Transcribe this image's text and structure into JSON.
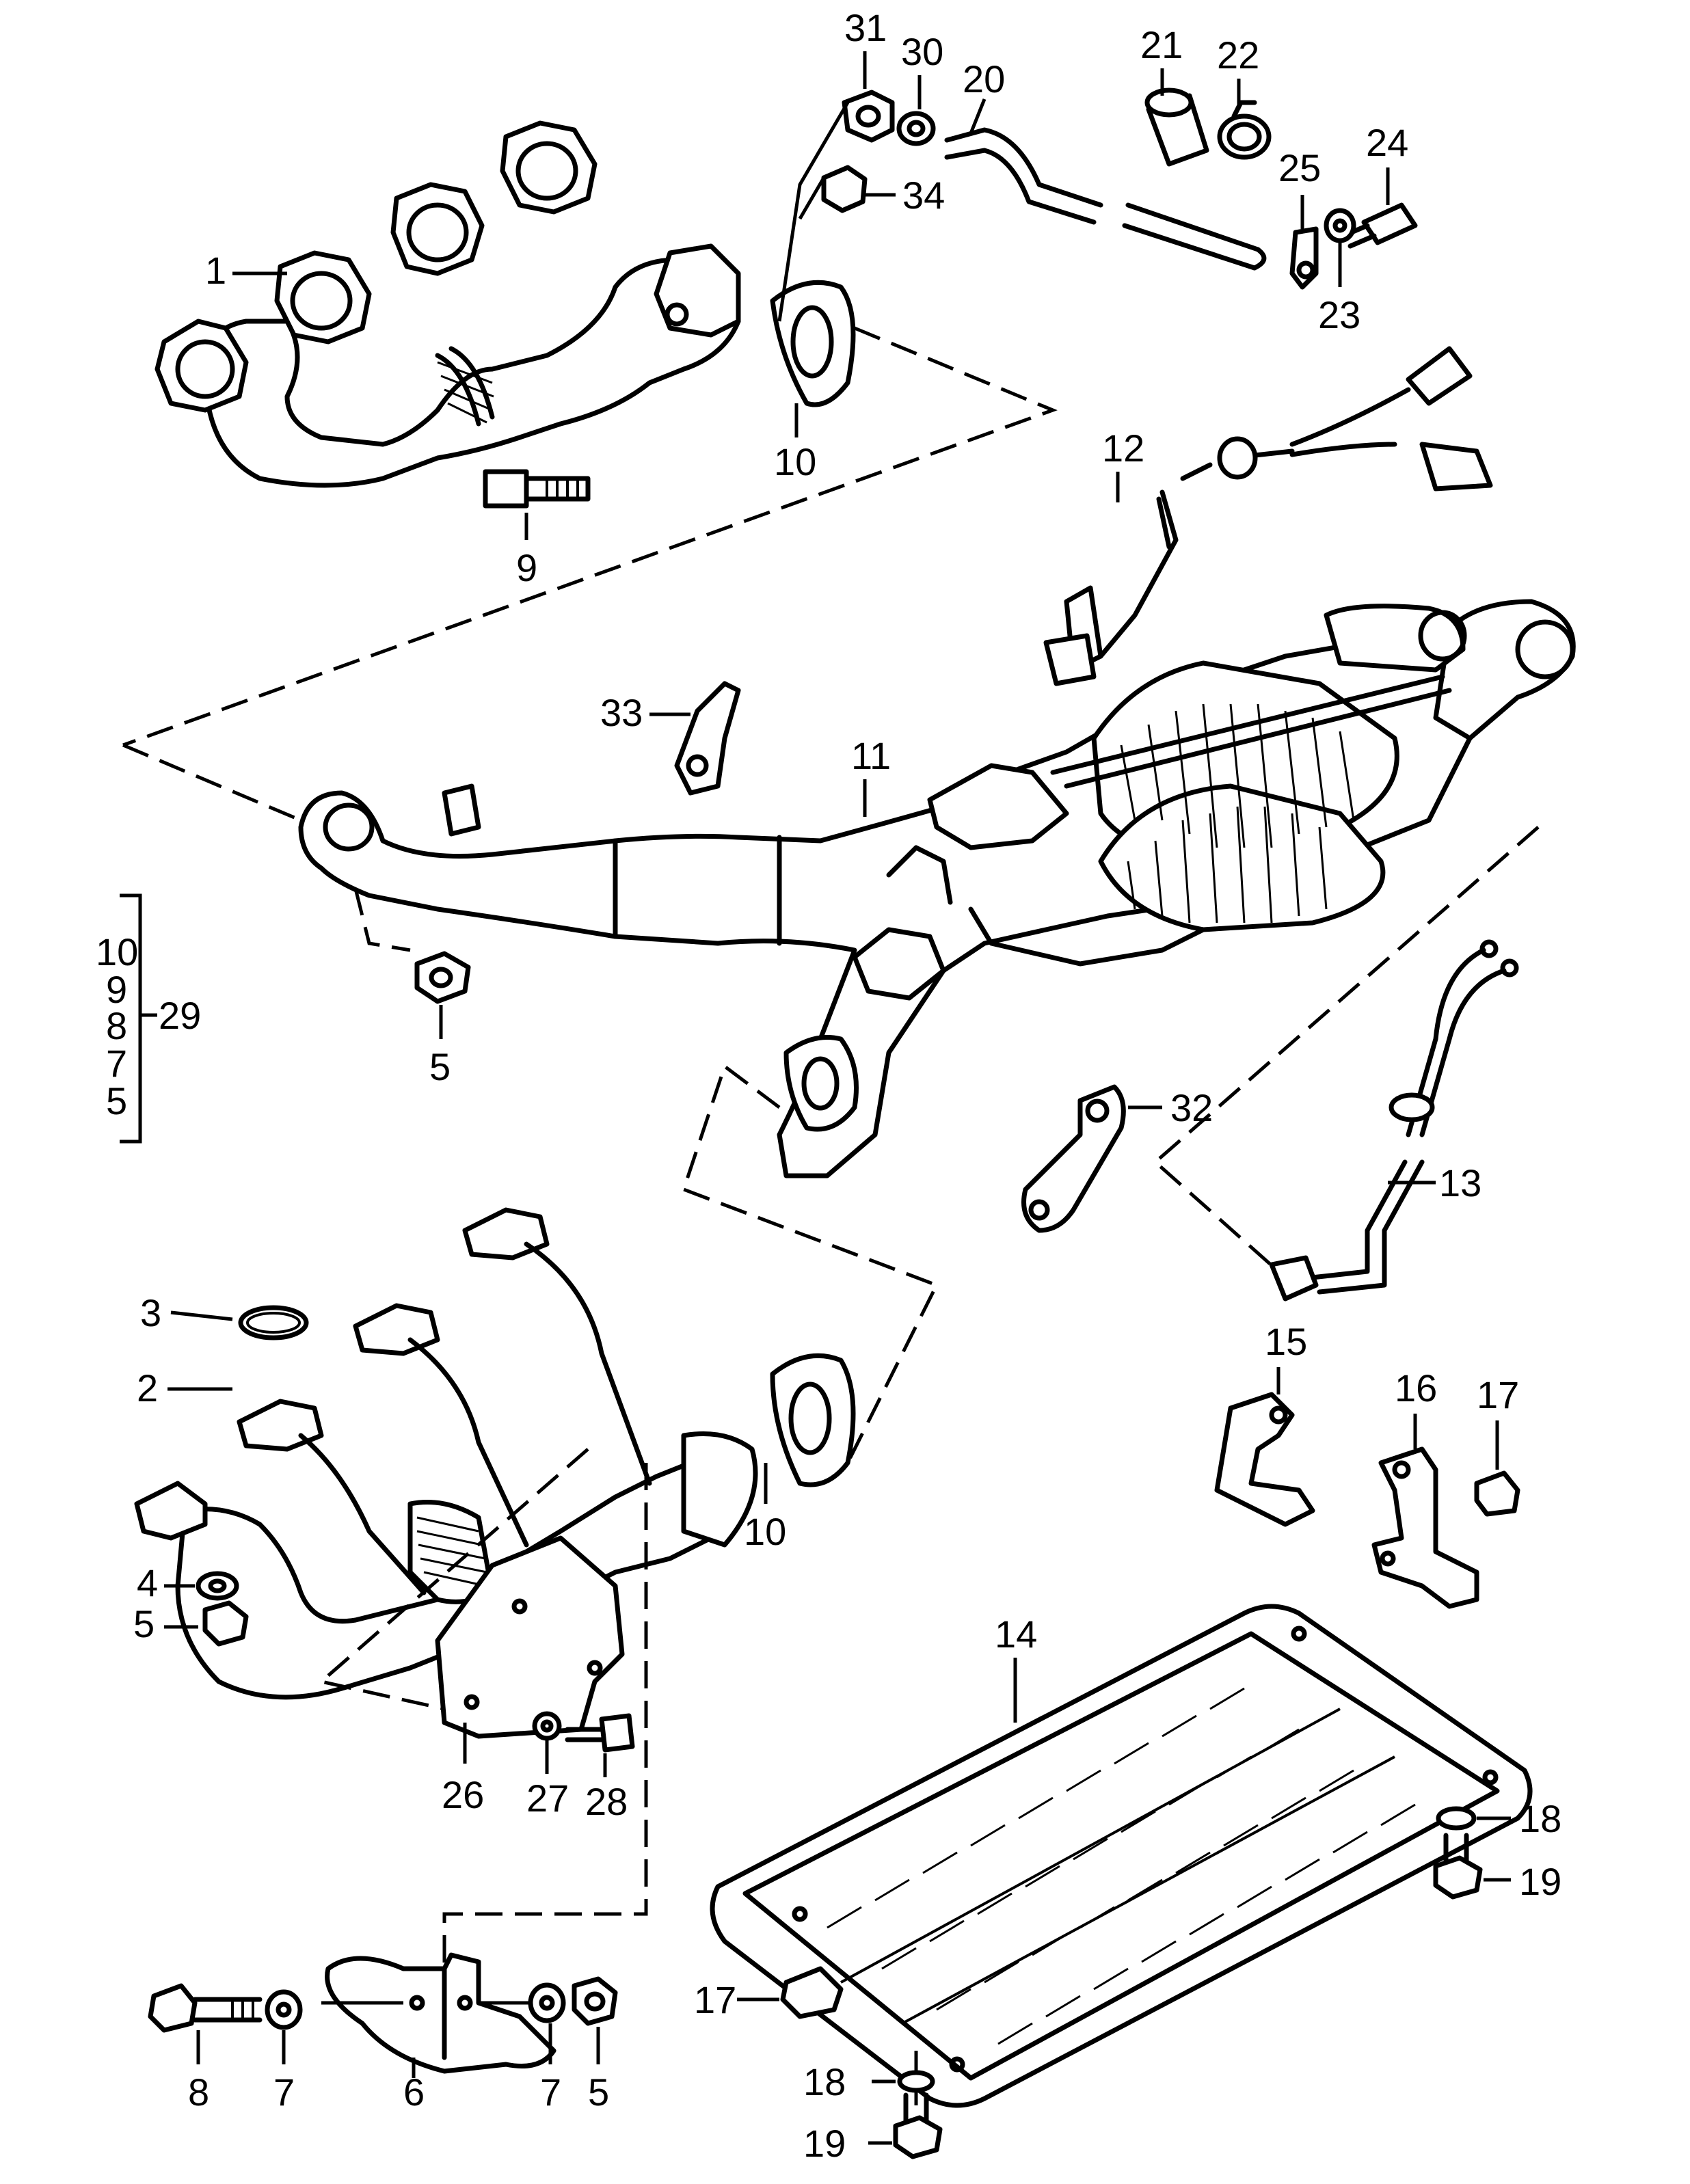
{
  "callouts": {
    "c1": "1",
    "c2": "2",
    "c3": "3",
    "c4": "4",
    "c5a": "5",
    "c5b": "5",
    "c5c": "5",
    "c6": "6",
    "c7a": "7",
    "c7b": "7",
    "c8": "8",
    "c9": "9",
    "c10a": "10",
    "c10b": "10",
    "c11": "11",
    "c12": "12",
    "c13": "13",
    "c14": "14",
    "c15": "15",
    "c16": "16",
    "c17a": "17",
    "c17b": "17",
    "c18a": "18",
    "c18b": "18",
    "c19a": "19",
    "c19b": "19",
    "c20": "20",
    "c21": "21",
    "c22": "22",
    "c23": "23",
    "c24": "24",
    "c25": "25",
    "c26": "26",
    "c27": "27",
    "c28": "28",
    "c30": "30",
    "c31": "31",
    "c32": "32",
    "c33": "33",
    "c34": "34"
  },
  "kit": {
    "items": [
      "10",
      "9",
      "8",
      "7",
      "5"
    ],
    "label": "29"
  }
}
